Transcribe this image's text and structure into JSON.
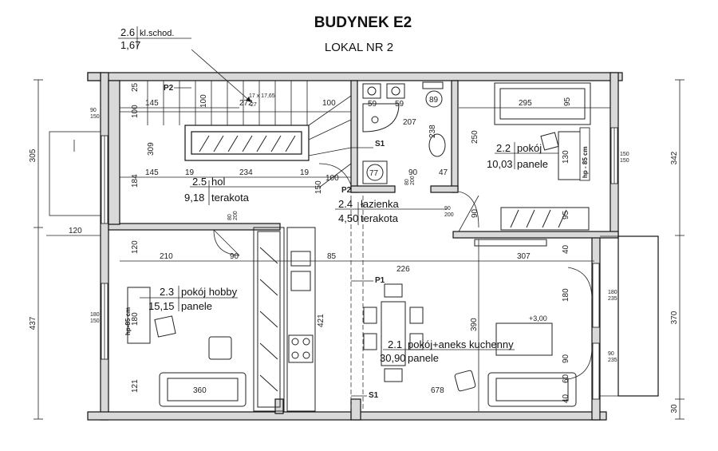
{
  "title": "BUDYNEK  E2",
  "subtitle": "LOKAL NR 2",
  "rooms": [
    {
      "id": "2.1",
      "name": "pokój+aneks kuchenny",
      "area": "30,90",
      "floor": "panele"
    },
    {
      "id": "2.2",
      "name": "pokój",
      "area": "10,03",
      "floor": "panele"
    },
    {
      "id": "2.3",
      "name": "pokój  hobby",
      "area": "15,15",
      "floor": "panele"
    },
    {
      "id": "2.4",
      "name": "łazienka",
      "area": "4,50",
      "floor": "terakota"
    },
    {
      "id": "2.5",
      "name": "hol",
      "area": "9,18",
      "floor": "terakota"
    },
    {
      "id": "2.6",
      "name": "kl.schod.",
      "area": "1,67"
    }
  ],
  "markers": {
    "p1": "P1",
    "p2a": "P2",
    "p2b": "P2",
    "s1a": "S1",
    "s1b": "S1",
    "level": "+3,00"
  },
  "stairs": {
    "spec": "17 x 17,65",
    "count": "27"
  },
  "hp": {
    "right": "hp - 85 cm",
    "left": "hp-85 cm"
  },
  "dims": {
    "outer_left_top": "305",
    "outer_left_bot": "437",
    "outer_right_top": "342",
    "outer_right_bot": "370",
    "outer_right_small": "30",
    "d120": "120",
    "d25": "25",
    "d100a": "100",
    "d145a": "145",
    "d145b": "145",
    "d272": "272",
    "d100b": "100",
    "d309": "309",
    "d184": "184",
    "d19a": "19",
    "d234": "234",
    "d19b": "19",
    "d100c": "100",
    "d150a": "150",
    "d59a": "59",
    "d59b": "59",
    "d207": "207",
    "d238": "238",
    "d77": "77",
    "d90a": "90",
    "d47": "47",
    "d295": "295",
    "d250": "250",
    "d95a": "95",
    "d130": "130",
    "d95b": "95",
    "d90b": "90",
    "d307": "307",
    "d210": "210",
    "d90c": "90",
    "d120b": "120",
    "d85": "85",
    "d226": "226",
    "d421": "421",
    "d390": "390",
    "d180a": "180",
    "d180b": "180",
    "d90d": "90",
    "d121": "121",
    "d360": "360",
    "d678": "678",
    "d40a": "40",
    "d40b": "40",
    "d60": "60"
  },
  "openings": {
    "w_left_a": "90",
    "w_left_b": "150",
    "w_right_a": "150",
    "w_right_b": "150",
    "d_a": "80",
    "d_b": "200",
    "d_c": "90",
    "d_d": "200",
    "w_lh_a": "180",
    "w_lh_b": "150",
    "w_r1_a": "180",
    "w_r1_b": "235",
    "w_r2_a": "90",
    "w_r2_b": "235",
    "d_bath_a": "80",
    "d_bath_b": "200"
  },
  "colors": {
    "wall_fill": "#d9d9d9",
    "line": "#111111",
    "background": "#ffffff"
  }
}
